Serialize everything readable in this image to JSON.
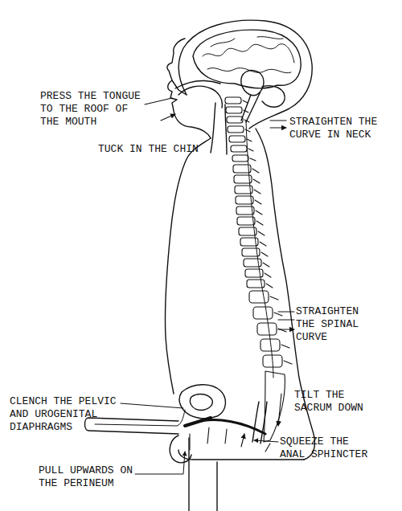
{
  "diagram": {
    "labels": [
      "PRESS THE TONGUE TO THE ROOF OF THE MOUTH",
      "TUCK IN THE CHIN",
      "STRAIGHTEN THE CURVE IN NECK",
      "STRAIGHTEN THE SPINAL CURVE",
      "TILT THE SACRUM DOWN",
      "CLENCH THE PELVIC AND UROGENITAL DIAPHRAGMS",
      "PULL UPWARDS ON THE PERINEUM",
      "SQUEEZE THE ANAL SPHINCTER"
    ]
  }
}
